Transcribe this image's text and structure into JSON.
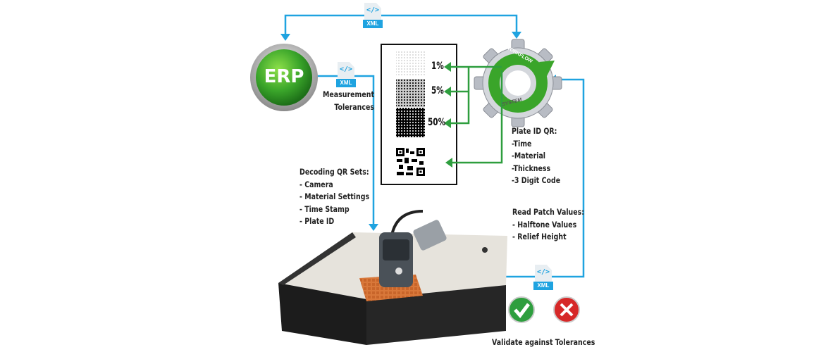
{
  "xml_badges": {
    "code": "</>",
    "tag": "XML"
  },
  "erp": {
    "label": "ERP",
    "note": [
      "Measurement",
      "Tolerances"
    ]
  },
  "workflow": {
    "top": "WORKFLOW",
    "bottom": "SYSTEM"
  },
  "patches": [
    {
      "label": "1%"
    },
    {
      "label": "5%"
    },
    {
      "label": "50%"
    }
  ],
  "plate_id": {
    "title": "Plate ID QR:",
    "items": [
      "-Time",
      "-Material",
      "-Thickness",
      "-3 Digit Code"
    ]
  },
  "decoding": {
    "title": "Decoding QR Sets:",
    "items": [
      "- Camera",
      "- Material Settings",
      "- Time Stamp",
      "- Plate ID"
    ]
  },
  "read_patch": {
    "title": "Read Patch Values:",
    "items": [
      "- Halftone Values",
      "- Relief Height"
    ]
  },
  "validate": {
    "label": "Validate against Tolerances"
  },
  "colors": {
    "blue": "#1fa3e0",
    "green": "#2e9e3e",
    "red": "#d62828"
  }
}
